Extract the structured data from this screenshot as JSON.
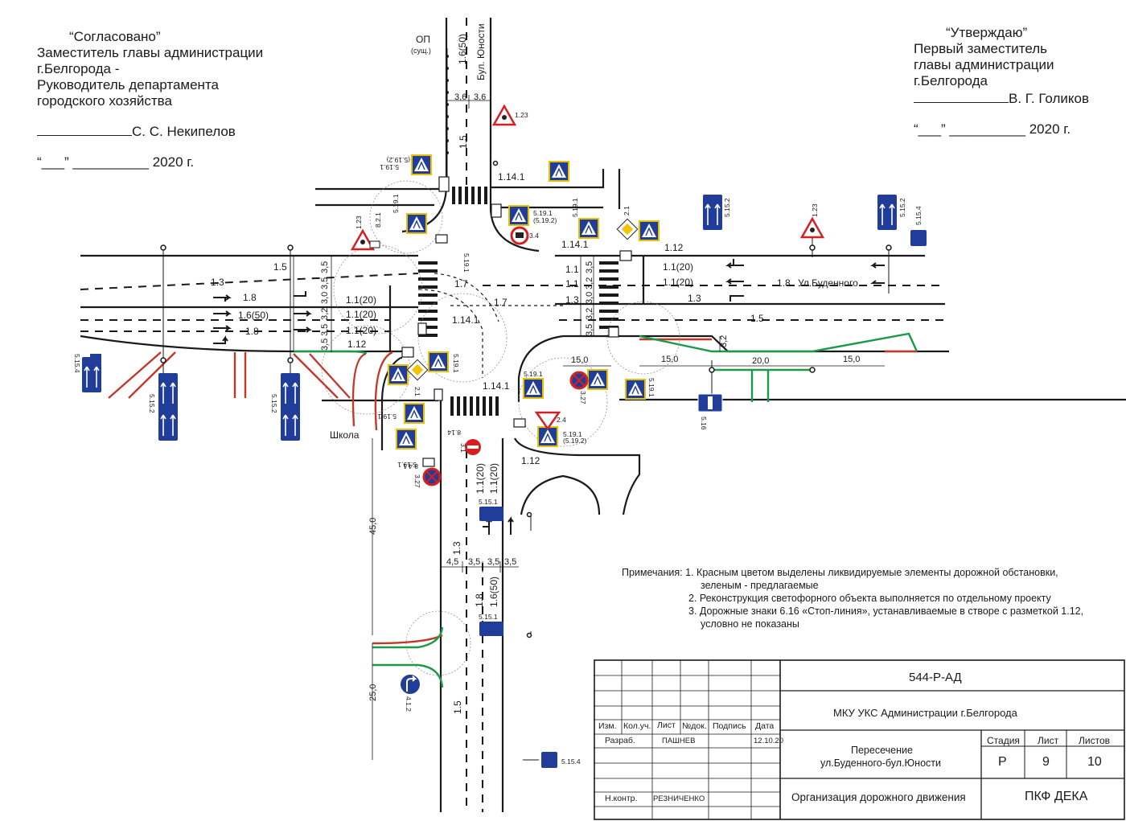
{
  "approval_left": {
    "title": "“Согласовано”",
    "line1": "Заместитель главы администрации",
    "line2": "г.Белгорода -",
    "line3": "Руководитель департамента",
    "line4": "городского хозяйства",
    "signer": "С. С. Некипелов",
    "date_quote": "“___” __________",
    "year": "2020 г."
  },
  "approval_right": {
    "title": "“Утверждаю”",
    "line1": "Первый заместитель",
    "line2": "главы администрации",
    "line3": "г.Белгорода",
    "signer": "В. Г. Голиков",
    "date_quote": "“___” __________",
    "year": "2020 г."
  },
  "streets": {
    "north": "Бул. Юности",
    "east": "Ул.Буденного",
    "school": "Школа",
    "stop": "ОП",
    "stop_note": "(сущ.)"
  },
  "labels": {
    "m_1_6_50": "1.6(50)",
    "m_1_5": "1.5",
    "m_1_3": "1.3",
    "m_1_8": "1.8",
    "m_1_1_20": "1.1(20)",
    "m_1_1": "1.1",
    "m_1_12": "1.12",
    "m_1_14_1": "1.14.1",
    "m_1_7": "1.7",
    "d_3_6": "3,6",
    "d_3_5": "3,5",
    "d_3_2": "3,2",
    "d_3_0": "3,0",
    "d_4_5": "4,5",
    "d_15_0": "15,0",
    "d_20_0": "20,0",
    "d_45_0": "45,0",
    "d_25_0": "25,0",
    "s_1_23": "1.23",
    "s_2_1": "2.1",
    "s_2_4": "2.4",
    "s_3_1": "3.1",
    "s_3_4": "3.4",
    "s_3_27": "3.27",
    "s_4_1_2": "4.1.2",
    "s_5_15_1": "5.15.1",
    "s_5_15_2": "5.15.2",
    "s_5_15_4": "5.15.4",
    "s_5_19_1": "5.19.1",
    "s_5_19_2": "(5.19.2)",
    "s_5_16": "5.16",
    "s_8_2_1": "8.2.1",
    "s_8_4_1": "8.4.1",
    "s_8_14": "8.14"
  },
  "notes": {
    "prefix": "Примечания:",
    "n1a": "1. Красным цветом выделены ликвидируемые элементы дорожной обстановки,",
    "n1b": "зеленым - предлагаемые",
    "n2": "2. Реконструкция светофорного объекта выполняется по отдельному проекту",
    "n3a": "3. Дорожные знаки 6.16 «Стоп-линия», устанавливаемые в створе с разметкой 1.12,",
    "n3b": "условно не показаны"
  },
  "stamp": {
    "code": "544-Р-АД",
    "org": "МКУ УКС Администрации г.Белгорода",
    "col_izm": "Изм.",
    "col_kol": "Кол.уч.",
    "col_list": "Лист",
    "col_ndok": "№док.",
    "col_podp": "Подпись",
    "col_data": "Дата",
    "razrab": "Разраб.",
    "razrab_name": "ПАШНЕВ",
    "razrab_date": "12.10.20",
    "nkontr": "Н.контр.",
    "nkontr_name": "РЕЗНИЧЕНКО",
    "title1": "Пересечение",
    "title2": "ул.Буденного-бул.Юности",
    "stadia_h": "Стадия",
    "list_h": "Лист",
    "listov_h": "Листов",
    "stadia": "Р",
    "list": "9",
    "listov": "10",
    "subject": "Организация дорожного движения",
    "firm": "ПКФ ДЕКА"
  },
  "colors": {
    "removed": "#c0392b",
    "proposed": "#1a9a4a",
    "sign_blue": "#1f3d99",
    "line": "#1a1a1a"
  }
}
